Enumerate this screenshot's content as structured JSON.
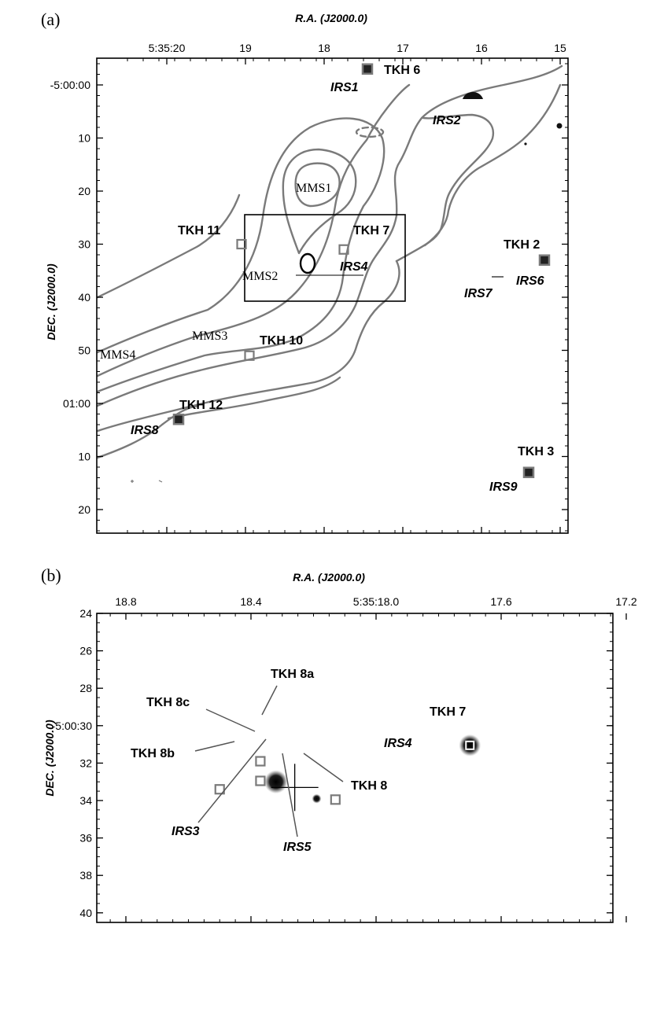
{
  "chart_data": [
    {
      "type": "scatter",
      "panel": "(a)",
      "xlabel": "R.A. (J2000.0)",
      "ylabel": "DEC. (J2000.0)",
      "x_ticks": [
        {
          "value": 20,
          "label": "5:35:20"
        },
        {
          "value": 19,
          "label": "19"
        },
        {
          "value": 18,
          "label": "18"
        },
        {
          "value": 17,
          "label": "17"
        },
        {
          "value": 16,
          "label": "16"
        },
        {
          "value": 15,
          "label": "15"
        }
      ],
      "y_ticks": [
        {
          "value": 0,
          "label": "-5:00:00"
        },
        {
          "value": 10,
          "label": "10"
        },
        {
          "value": 20,
          "label": "20"
        },
        {
          "value": 30,
          "label": "30"
        },
        {
          "value": 40,
          "label": "40"
        },
        {
          "value": 50,
          "label": "50"
        },
        {
          "value": 60,
          "label": "01:00"
        },
        {
          "value": 70,
          "label": "10"
        },
        {
          "value": 80,
          "label": "20"
        }
      ],
      "sources": [
        {
          "name": "TKH 6",
          "ir": "IRS1",
          "ra": 17.45,
          "dec": -3,
          "filled": true
        },
        {
          "name": "TKH 11",
          "ir": "",
          "ra": 19.05,
          "dec": 30,
          "filled": false
        },
        {
          "name": "TKH 7",
          "ir": "IRS4",
          "ra": 17.75,
          "dec": 31,
          "filled": false
        },
        {
          "name": "TKH 2",
          "ir": "IRS6",
          "ra": 15.2,
          "dec": 33,
          "filled": true
        },
        {
          "name": "TKH 10",
          "ir": "",
          "ra": 18.95,
          "dec": 51,
          "filled": false
        },
        {
          "name": "TKH 12",
          "ir": "IRS8",
          "ra": 19.85,
          "dec": 63,
          "filled": true
        },
        {
          "name": "TKH 3",
          "ir": "IRS9",
          "ra": 15.4,
          "dec": 73,
          "filled": true
        }
      ],
      "other_labels": [
        "IRS2",
        "IRS7",
        "MMS1",
        "MMS2",
        "MMS3",
        "MMS4"
      ]
    },
    {
      "type": "scatter",
      "panel": "(b)",
      "xlabel": "R.A. (J2000.0)",
      "ylabel": "DEC. (J2000.0)",
      "x_ticks": [
        {
          "value": 18.8,
          "label": "18.8"
        },
        {
          "value": 18.4,
          "label": "18.4"
        },
        {
          "value": 18.0,
          "label": "5:35:18.0"
        },
        {
          "value": 17.6,
          "label": "17.6"
        },
        {
          "value": 17.2,
          "label": "17.2"
        }
      ],
      "y_ticks": [
        {
          "value": 24,
          "label": "24"
        },
        {
          "value": 26,
          "label": "26"
        },
        {
          "value": 28,
          "label": "28"
        },
        {
          "value": 30,
          "label": "-5:00:30"
        },
        {
          "value": 32,
          "label": "32"
        },
        {
          "value": 34,
          "label": "34"
        },
        {
          "value": 36,
          "label": "36"
        },
        {
          "value": 38,
          "label": "38"
        },
        {
          "value": 40,
          "label": "40"
        }
      ],
      "sources": [
        {
          "name": "TKH 8a",
          "ra": 18.37,
          "dec": 31.9
        },
        {
          "name": "TKH 8c",
          "ra": 18.37,
          "dec": 32.95
        },
        {
          "name": "TKH 8b",
          "ra": 18.5,
          "dec": 33.4
        },
        {
          "name": "TKH 8",
          "ra": 18.13,
          "dec": 33.95
        },
        {
          "name": "TKH 7",
          "ra": 17.7,
          "dec": 31.05
        }
      ],
      "ir_sources": [
        {
          "name": "IRS3",
          "ra": 18.32,
          "dec": 33.0
        },
        {
          "name": "IRS5",
          "ra": 18.19,
          "dec": 33.9
        },
        {
          "name": "IRS4",
          "ra": 17.7,
          "dec": 31.05
        }
      ]
    }
  ]
}
